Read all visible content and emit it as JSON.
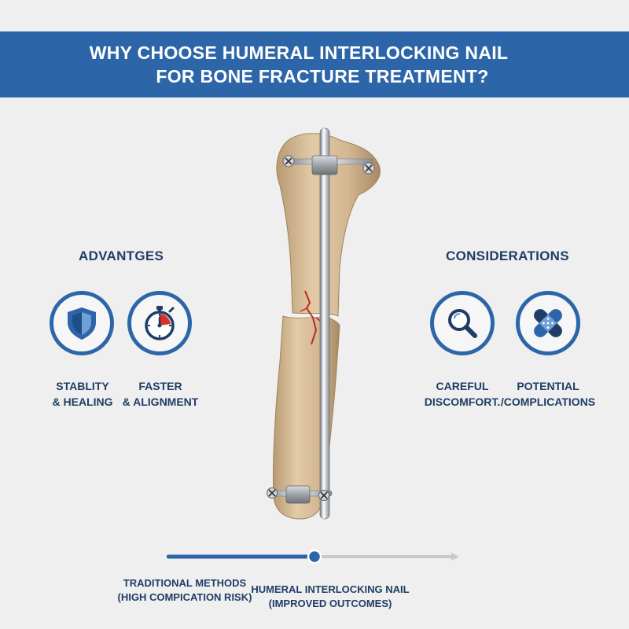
{
  "header": {
    "title_line1": "WHY CHOOSE HUMERAL INTERLOCKING NAIL",
    "title_line2": "FOR BONE FRACTURE TREATMENT?"
  },
  "advantages": {
    "title": "ADVANTGES",
    "items": [
      {
        "icon": "shield-icon",
        "line1": "STABLITY",
        "line2": "& HEALING"
      },
      {
        "icon": "stopwatch-icon",
        "line1": "FASTER",
        "line2": "& ALIGNMENT"
      }
    ]
  },
  "considerations": {
    "title": "CONSIDERATIONS",
    "items": [
      {
        "icon": "magnifier-icon",
        "line1": "CAREFUL",
        "line2": "DISCOMFORT."
      },
      {
        "icon": "bandage-icon",
        "line1": "POTENTIAL",
        "line2": "/COMPLICATIONS"
      }
    ]
  },
  "timeline": {
    "left_line1": "TRADITIONAL METHODS",
    "left_line2": "(HIGH COMPICATION RISK)",
    "right_line1": "HUMERAL INTERLOCKING NAIL",
    "right_line2": "(IMPROVED OUTCOMES)"
  },
  "colors": {
    "brand_blue": "#2d66a8",
    "text_navy": "#1f3d66",
    "bone": "#d6bd98",
    "fracture_red": "#c0281f",
    "background": "#efefef"
  }
}
